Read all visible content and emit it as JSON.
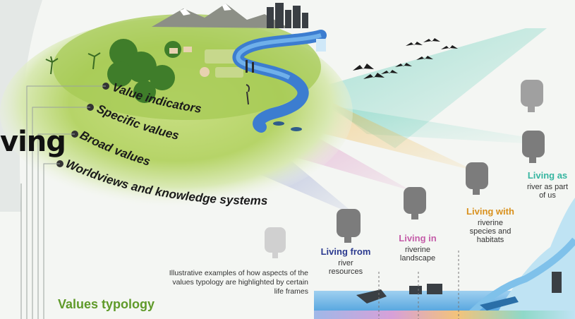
{
  "partial_title": "ving",
  "levels": [
    {
      "label": "Value indicators"
    },
    {
      "label": "Specific values"
    },
    {
      "label": "Broad values"
    },
    {
      "label": "Worldviews and knowledge systems"
    }
  ],
  "typology_title": "Values typology",
  "caption": "Illustrative examples of how aspects of the values typology are highlighted by certain life frames",
  "life_frames": [
    {
      "title": "Living from",
      "description": "river resources",
      "color": "#2b3a8f"
    },
    {
      "title": "Living in",
      "description": "riverine landscape",
      "color": "#c45ca8"
    },
    {
      "title": "Living with",
      "description": "riverine species and habitats",
      "color": "#d9901c"
    },
    {
      "title": "Living as",
      "description": "river as part of us",
      "color": "#36b5a0"
    }
  ],
  "colors": {
    "green_disc": "#a9cc55",
    "river": "#3c7dd0",
    "lamp": "#7c7c7c",
    "typology_green": "#5f9a2a"
  }
}
